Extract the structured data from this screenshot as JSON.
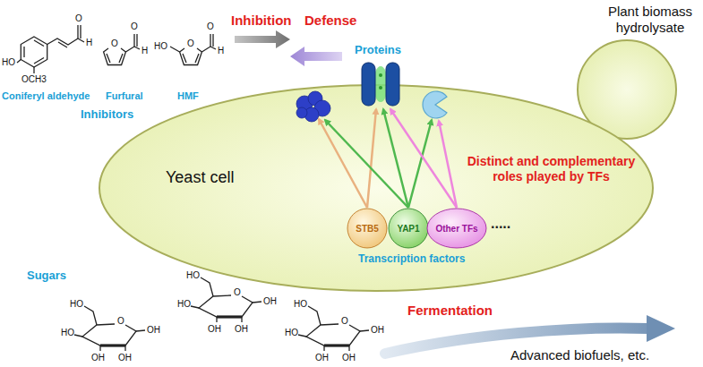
{
  "diagram": {
    "nodes": [
      {
        "text": [
          "Yeast cell"
        ]
      },
      {
        "text": [
          "STB5"
        ],
        "in": 0
      },
      {
        "text": [
          "YAP1"
        ],
        "in": 0
      },
      {
        "text": [
          "Other TFs"
        ],
        "in": 0
      }
    ],
    "labels": [
      "Inhibition",
      "Defense",
      "Plant biomass hydrolysate",
      "HO",
      "OCH3",
      "O",
      "H",
      "O",
      "O",
      "H",
      "HO",
      "O",
      "O",
      "H",
      "Coniferyl aldehyde",
      "Furfural",
      "HMF",
      "Inhibitors",
      "Proteins",
      "Distinct and complementary roles played by TFs",
      ".....",
      "Transcription factors",
      "Sugars",
      "HO",
      "O",
      "OH",
      "OH",
      "OH",
      "HO",
      "HO",
      "O",
      "OH",
      "OH",
      "OH",
      "HO",
      "HO",
      "O",
      "OH",
      "OH",
      "OH",
      "HO",
      "Fermentation",
      "Advanced biofuels, etc."
    ]
  }
}
